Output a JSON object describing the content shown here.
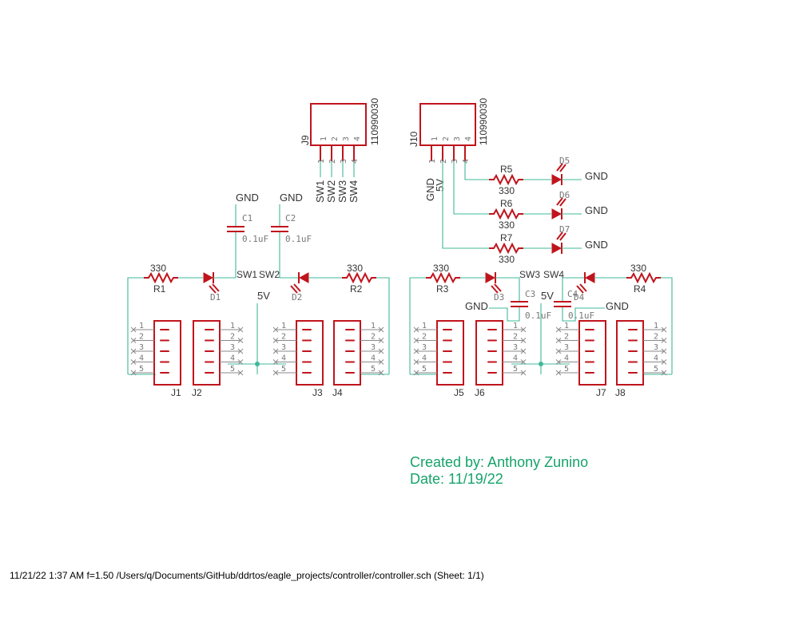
{
  "nets": {
    "gnd": "GND",
    "v5": "5V",
    "sw1": "SW1",
    "sw2": "SW2",
    "sw3": "SW3",
    "sw4": "SW4"
  },
  "headers": {
    "j9": {
      "name": "J9",
      "value": "110990030",
      "pins": [
        "1",
        "2",
        "3",
        "4"
      ],
      "nets": [
        "SW1",
        "SW2",
        "SW3",
        "SW4"
      ]
    },
    "j10": {
      "name": "J10",
      "value": "110990030",
      "pins": [
        "1",
        "2",
        "3",
        "4"
      ],
      "nets": [
        "GND",
        "5V"
      ]
    }
  },
  "resistors": {
    "r1": {
      "name": "R1",
      "value": "330"
    },
    "r2": {
      "name": "R2",
      "value": "330"
    },
    "r3": {
      "name": "R3",
      "value": "330"
    },
    "r4": {
      "name": "R4",
      "value": "330"
    },
    "r5": {
      "name": "R5",
      "value": "330"
    },
    "r6": {
      "name": "R6",
      "value": "330"
    },
    "r7": {
      "name": "R7",
      "value": "330"
    }
  },
  "leds": {
    "d1": "D1",
    "d2": "D2",
    "d3": "D3",
    "d4": "D4",
    "d5": "D5",
    "d6": "D6",
    "d7": "D7"
  },
  "caps": {
    "c1": {
      "name": "C1",
      "value": "0.1uF"
    },
    "c2": {
      "name": "C2",
      "value": "0.1uF"
    },
    "c3": {
      "name": "C3",
      "value": "0.1uF"
    },
    "c4": {
      "name": "C4",
      "value": "0.1uF"
    }
  },
  "connectors": {
    "names": [
      "J1",
      "J2",
      "J3",
      "J4",
      "J5",
      "J6",
      "J7",
      "J8"
    ],
    "pins": [
      "1",
      "2",
      "3",
      "4",
      "5"
    ]
  },
  "credit": {
    "author": "Created by: Anthony Zunino",
    "date": "Date: 11/19/22"
  },
  "footer": "11/21/22 1:37 AM  f=1.50  /Users/q/Documents/GitHub/ddrtos/eagle_projects/controller/controller.sch (Sheet: 1/1)"
}
